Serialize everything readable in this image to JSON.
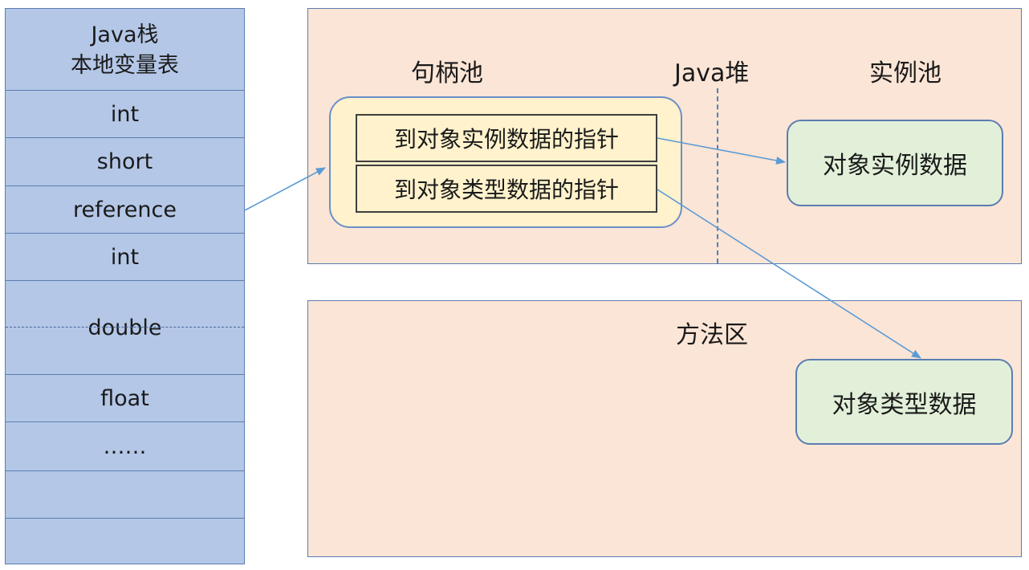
{
  "stack": {
    "title_line1": "Java栈",
    "title_line2": "本地变量表",
    "slots": [
      "int",
      "short",
      "reference",
      "int",
      "double",
      "float",
      "……",
      "",
      ""
    ]
  },
  "heap": {
    "label": "Java堆",
    "handle_pool_label": "句柄池",
    "instance_pool_label": "实例池",
    "ptr_instance": "到对象实例数据的指针",
    "ptr_type": "到对象类型数据的指针",
    "instance_data": "对象实例数据"
  },
  "method_area": {
    "label": "方法区",
    "type_data": "对象类型数据"
  },
  "colors": {
    "stack_fill": "#b4c7e7",
    "panel_fill": "#fbe5d6",
    "handle_fill": "#fff2cc",
    "data_fill": "#e2f0d9",
    "line": "#5b9bd5"
  }
}
